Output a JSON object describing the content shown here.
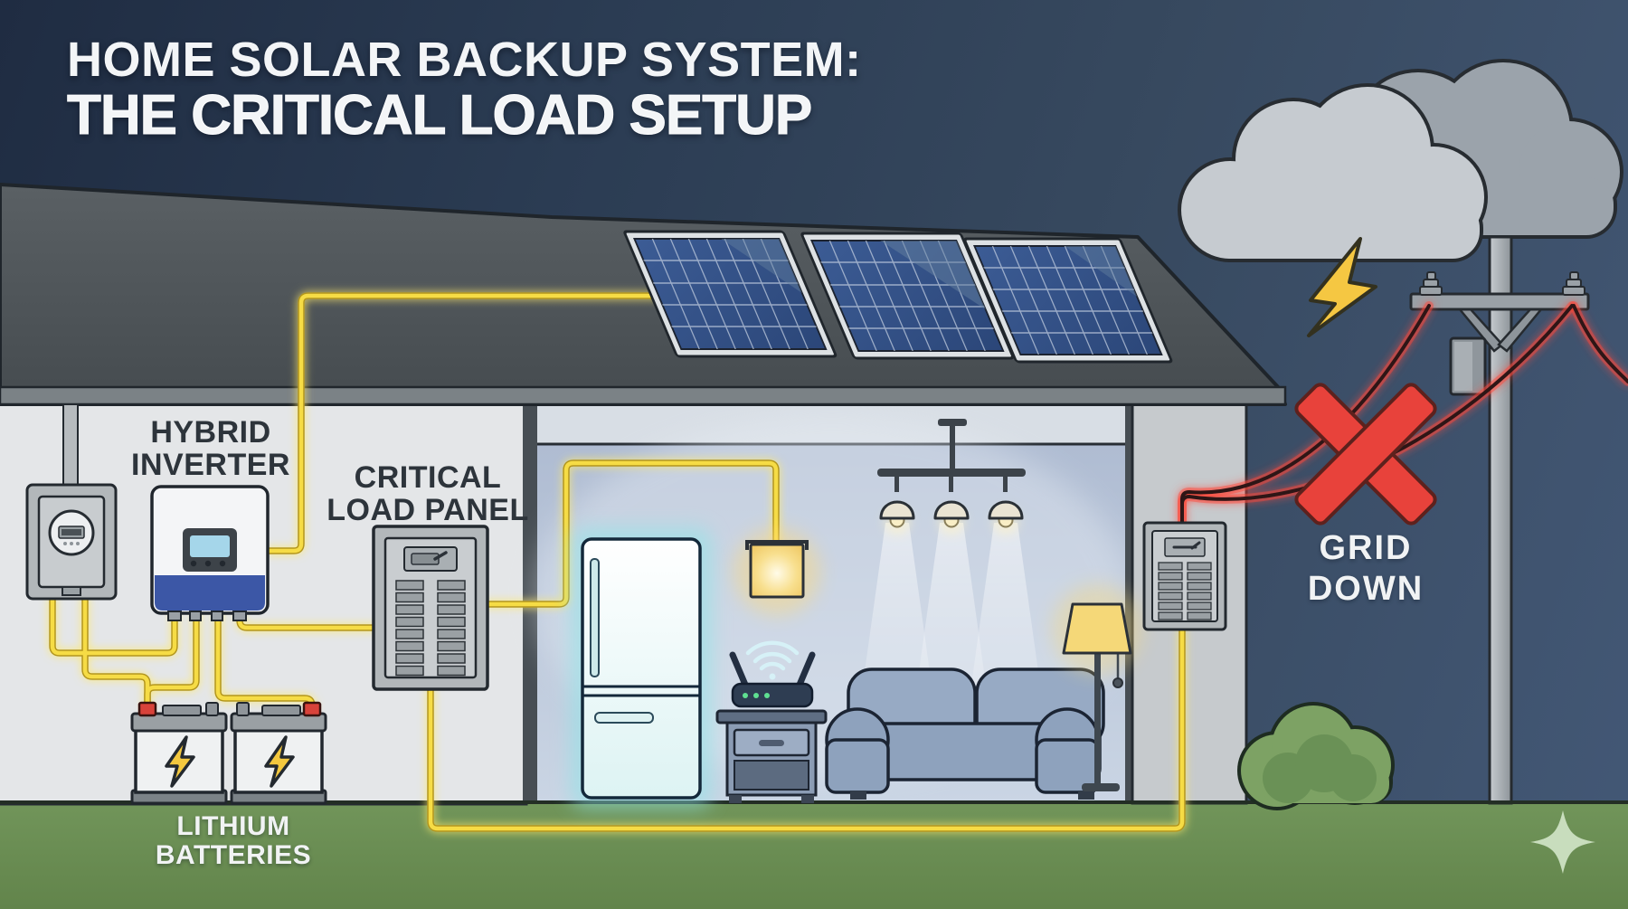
{
  "title": {
    "line1": "HOME SOLAR BACKUP SYSTEM:",
    "line2": "THE CRITICAL LOAD SETUP"
  },
  "labels": {
    "hybrid_inverter": {
      "line1": "HYBRID",
      "line2": "INVERTER"
    },
    "critical_load_panel": {
      "line1": "CRITICAL",
      "line2": "LOAD PANEL"
    },
    "lithium_batteries": {
      "line1": "LITHIUM",
      "line2": "BATTERIES"
    },
    "grid_down": {
      "line1": "GRID",
      "line2": "DOWN"
    }
  },
  "icons": {
    "storm_cloud": "storm-cloud-icon",
    "lightning_bolt": "lightning-bolt-icon",
    "battery_bolt": "battery-bolt-icon",
    "wifi": "wifi-icon",
    "x_mark": "x-mark-icon",
    "sparkle": "sparkle-icon",
    "breaker_switch": "breaker-switch-icon"
  },
  "colors": {
    "sky": "#33465f",
    "grass": "#6e9158",
    "roof": "#4f5559",
    "house_wall": "#e4e6e8",
    "garage_wall": "#c7cbce",
    "interior_wall": "#bac6d8",
    "live_wire_yellow": "#f6dc45",
    "grid_wire_red": "#e8463d",
    "alert_x_red": "#e8423b",
    "solar_cell_blue": "#34517f",
    "inverter_band_blue": "#3c57a6",
    "label_text_dark": "#2d343b",
    "label_text_light": "#f1f3f4"
  }
}
